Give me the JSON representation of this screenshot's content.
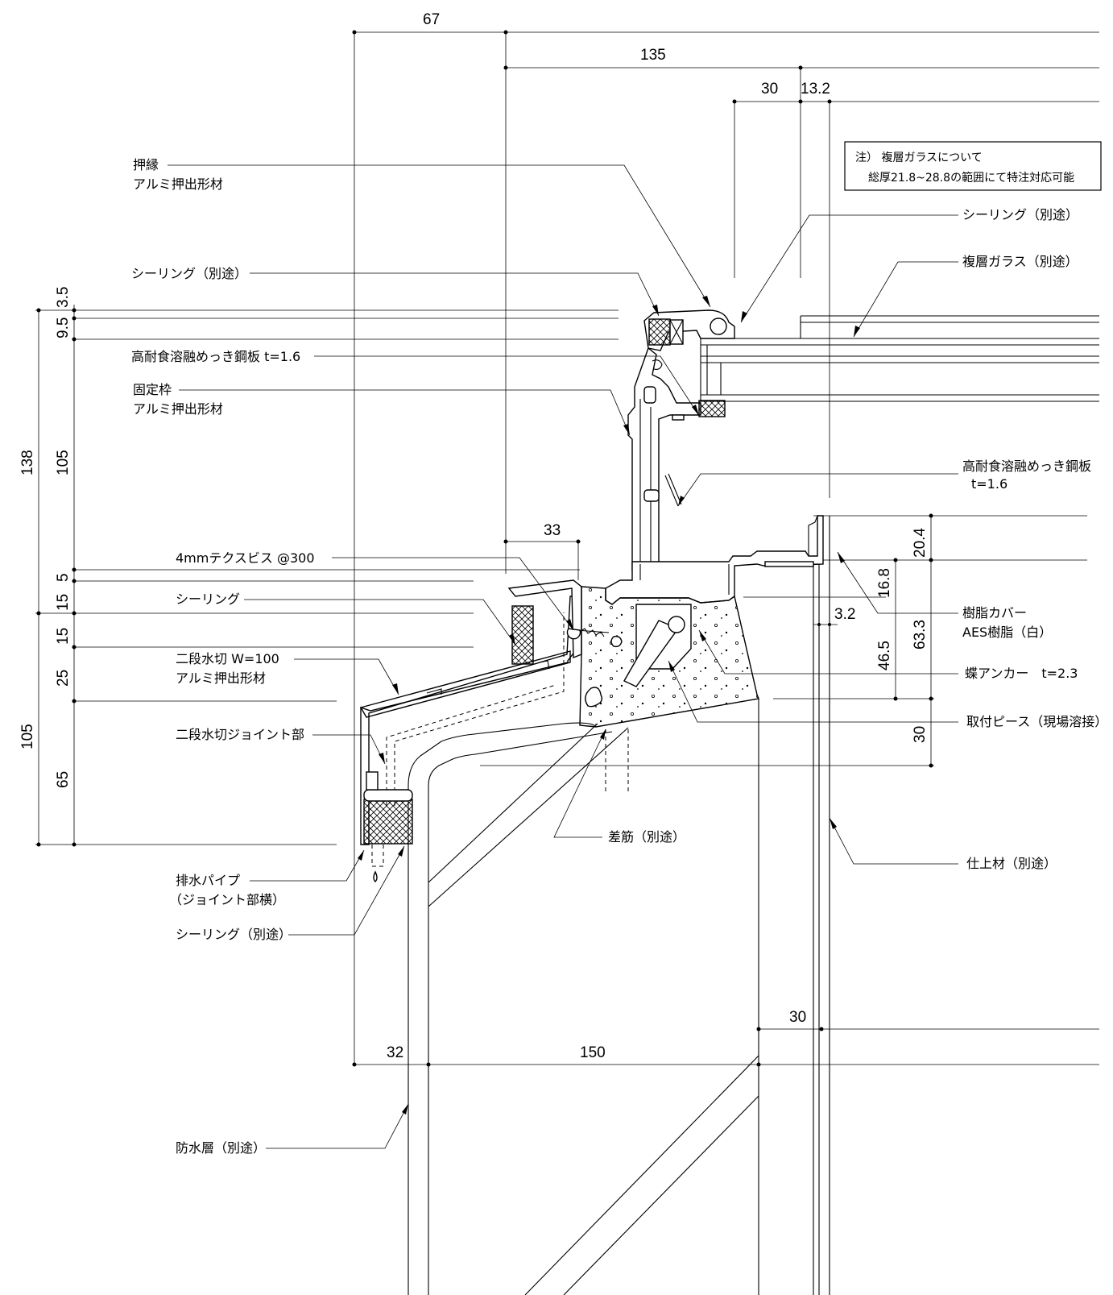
{
  "note": {
    "line1": "注） 複層ガラスについて",
    "line2": "総厚21.8~28.8の範囲にて特注対応可能"
  },
  "labels": {
    "oshibuchi_1": "押縁",
    "oshibuchi_2": "アルミ押出形材",
    "sealing_upper_left": "シーリング（別途）",
    "steel_plate_1": "高耐食溶融めっき鋼板 t=1.6",
    "kotei_waku_1": "固定枠",
    "kotei_waku_2": "アルミ押出形材",
    "sealing_upper_right": "シーリング（別途）",
    "double_glass": "複層ガラス（別途）",
    "steel_plate_2a": "高耐食溶融めっき鋼板",
    "steel_plate_2b": "t=1.6",
    "tex_screw": "4mmテクスビス @300",
    "sealing_mid": "シーリング",
    "mizukiri_1": "二段水切 W=100",
    "mizukiri_2": "アルミ押出形材",
    "mizukiri_joint": "二段水切ジョイント部",
    "drain_1": "排水パイプ",
    "drain_2": "（ジョイント部横）",
    "sealing_lower": "シーリング（別途）",
    "waterproof": "防水層（別途）",
    "sashikin": "差筋（別途）",
    "shiagezai": "仕上材（別途）",
    "resin_cover_1": "樹脂カバー",
    "resin_cover_2": "AES樹脂（白）",
    "butterfly_anchor": "蝶アンカー　t=2.3",
    "toritsuke_piece": "取付ピース（現場溶接）"
  },
  "dims": {
    "d67": "67",
    "d135": "135",
    "d30_top": "30",
    "d13_2": "13.2",
    "d3_5": "3.5",
    "d9_5": "9.5",
    "d105_a": "105",
    "d138": "138",
    "d5": "5",
    "d15_a": "15",
    "d15_b": "15",
    "d25": "25",
    "d65": "65",
    "d105_b": "105",
    "d33": "33",
    "d20_4": "20.4",
    "d16_8": "16.8",
    "d3_2": "3.2",
    "d46_5": "46.5",
    "d63_3": "63.3",
    "d2_3": "",
    "d30_right": "30",
    "d30_bottom": "30",
    "d32": "32",
    "d150": "150"
  }
}
